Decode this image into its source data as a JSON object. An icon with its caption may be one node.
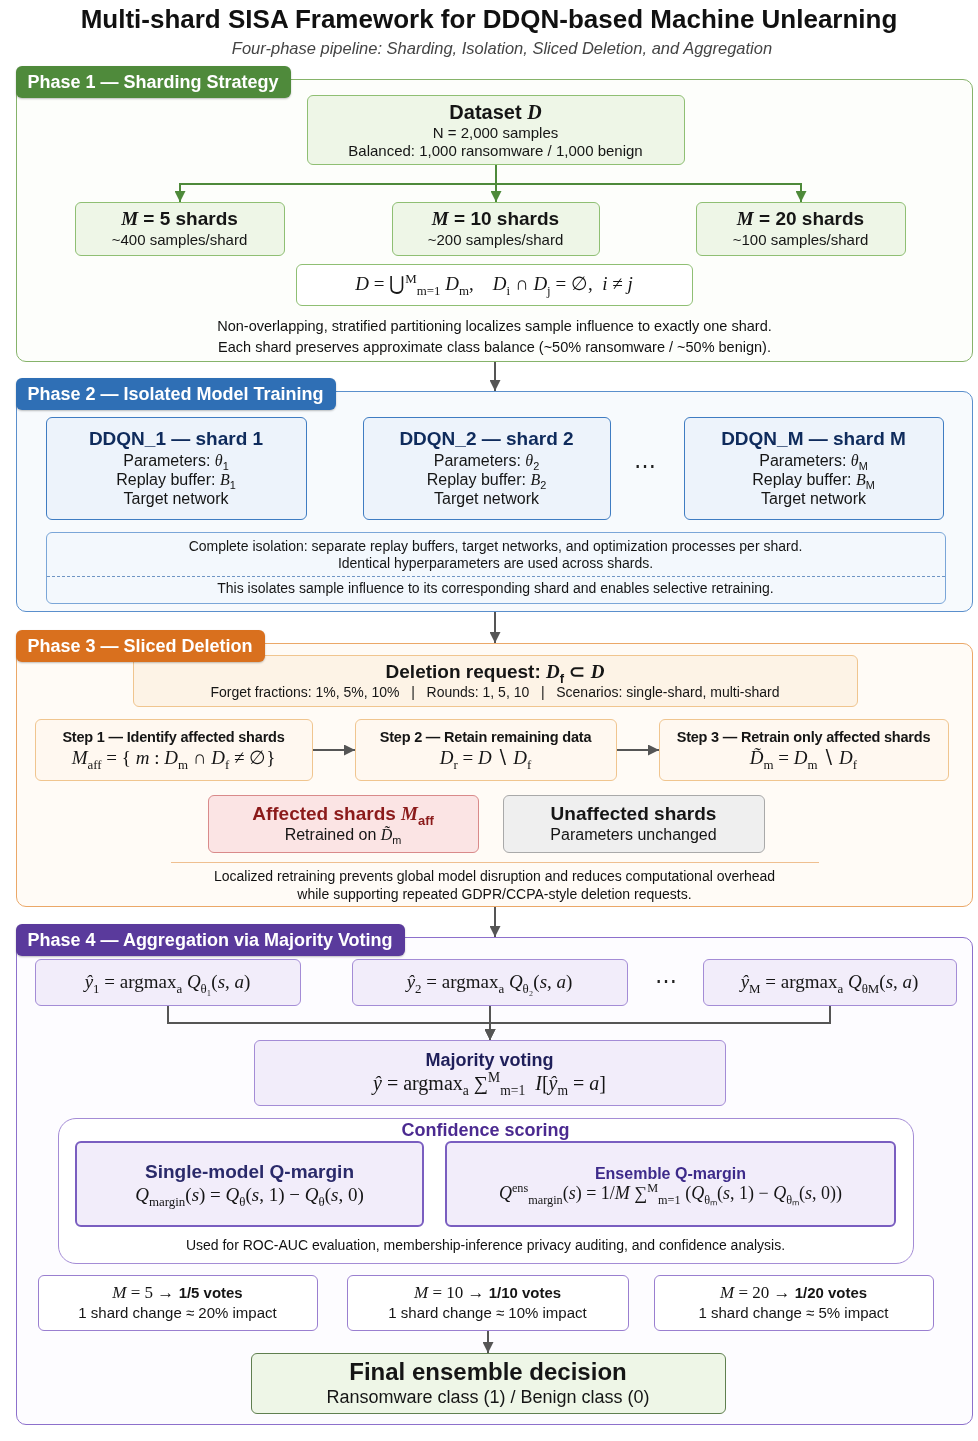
{
  "diagram": {
    "title": "Multi-shard SISA Framework for DDQN-based Machine Unlearning",
    "nodes": [
      {
        "text": [
          "Phase 1 — Sharding Strategy",
          "Non-overlapping, stratified partitioning localizes sample influence to exactly one shard.",
          "Each shard preserves approximate class balance (~50% ransomware / ~50% benign)."
        ]
      },
      {
        "text": [
          "Dataset *D*",
          "N = 2,000 samples",
          "Balanced: 1,000 ransomware / 1,000 benign"
        ],
        "in": 0
      },
      {
        "text": [
          "*M* = 5 shards",
          "~400 samples/shard"
        ],
        "in": 0
      },
      {
        "text": [
          "*M* = 10 shards",
          "~200 samples/shard"
        ],
        "in": 0
      },
      {
        "text": [
          "*M* = 20 shards",
          "~100 samples/shard"
        ],
        "in": 0
      },
      {
        "text": [
          "*D* = ⋃$^{M}$$_{m=1}$ *D*$_{m}$,    *D*$_{i}$ ∩ *D*$_{j}$ = ∅,  *i* ≠ *j*"
        ],
        "in": 0
      },
      {
        "text": [
          "Phase 2 — Isolated Model Training"
        ]
      },
      {
        "text": [
          "DDQN_1 — shard 1",
          "Parameters: *θ*$_{1}$",
          "Replay buffer: *B*$_{1}$",
          "Target network"
        ],
        "in": 6
      },
      {
        "text": [
          "DDQN_2 — shard 2",
          "Parameters: *θ*$_{2}$",
          "Replay buffer: *B*$_{2}$",
          "Target network"
        ],
        "in": 6
      },
      {
        "text": [
          "DDQN_M — shard M",
          "Parameters: *θ*$_{M}$",
          "Replay buffer: *B*$_{M}$",
          "Target network"
        ],
        "in": 6
      },
      {
        "text": [
          "Complete isolation: separate replay buffers, target networks, and optimization processes per shard.",
          "Identical hyperparameters are used across shards.",
          "This isolates sample influence to its corresponding shard and enables selective retraining."
        ],
        "in": 6
      },
      {
        "text": [
          "Phase 3 — Sliced Deletion",
          "Localized retraining prevents global model disruption and reduces computational overhead while supporting repeated GDPR/CCPA-style deletion requests."
        ]
      },
      {
        "text": [
          "Deletion request: *D*$_{f}$ ⊂ *D*",
          "Forget fractions: 1%, 5%, 10%   |   Rounds: 1, 5, 10   |   Scenarios: single-shard, multi-shard"
        ],
        "in": 11
      },
      {
        "text": [
          "Step 1 — Identify affected shards",
          "*M*$_{aff}$ = { *m* : *D*$_{m}$ ∩ *D*$_{f}$ ≠ ∅}"
        ],
        "in": 11
      },
      {
        "text": [
          "Step 2 — Retain remaining data",
          "*D*$_{r}$ = *D* ∖ *D*$_{f}$"
        ],
        "in": 11
      },
      {
        "text": [
          "Step 3 — Retrain only affected shards",
          "*D̃*$_{m}$ = *D*$_{m}$ ∖ *D*$_{f}$"
        ],
        "in": 11
      },
      {
        "text": [
          "Affected shards *M*$_{aff}$",
          "Retrained on *D̃*$_{m}$"
        ],
        "in": 11
      },
      {
        "text": [
          "Unaffected shards",
          "Parameters unchanged"
        ],
        "in": 11
      },
      {
        "text": [
          "Phase 4 — Aggregation via Majority Voting"
        ]
      },
      {
        "text": [
          "*ŷ*$_{1}$ = argmax$_{a}$ *Q*$_{θ₁}$(*s*, *a*)"
        ],
        "in": 18
      },
      {
        "text": [
          "*ŷ*$_{2}$ = argmax$_{a}$ *Q*$_{θ₂}$(*s*, *a*)"
        ],
        "in": 18
      },
      {
        "text": [
          "*ŷ*$_{M}$ = argmax$_{a}$ *Q*$_{θM}$(*s*, *a*)"
        ],
        "in": 18
      },
      {
        "text": [
          "Majority voting",
          "*ŷ* = argmax$_{a}$ ∑$^{M}$$_{m=1}$  *I*[*ŷ*$_{m}$ = *a*]"
        ],
        "in": 18
      },
      {
        "text": [
          "Confidence scoring",
          "Used for ROC-AUC evaluation, membership-inference privacy auditing, and confidence analysis."
        ],
        "in": 18
      },
      {
        "text": [
          "Single-model Q-margin",
          "*Q*$_{margin}$(*s*) = *Q*$_{θ}$(*s*, 1) − *Q*$_{θ}$(*s*, 0)"
        ],
        "in": 23
      },
      {
        "text": [
          "Ensemble Q-margin",
          "*Q*$^{ens}$$_{margin}$(*s*) = 1/*M* ∑$^{M}$$_{m=1}$ (*Q*$_{θₘ}$(*s*, 1) − *Q*$_{θₘ}$(*s*, 0))"
        ],
        "in": 23
      },
      {
        "text": [
          "*M* = 5 → **1/5 votes**",
          "1 shard change ≈ 20% impact"
        ],
        "in": 18
      },
      {
        "text": [
          "*M* = 10 → **1/10 votes**",
          "1 shard change ≈ 10% impact"
        ],
        "in": 18
      },
      {
        "text": [
          "*M* = 20 → **1/20 votes**",
          "1 shard change ≈ 5% impact"
        ],
        "in": 18
      },
      {
        "text": [
          "Final ensemble decision",
          "Ransomware class (1) / Benign class (0)"
        ],
        "in": 18
      }
    ],
    "edges": [
      {
        "from": 1,
        "to": 2,
        "arrow": "to",
        "color": "#4e8a3a"
      },
      {
        "from": 1,
        "to": 3,
        "arrow": "to",
        "color": "#4e8a3a"
      },
      {
        "from": 1,
        "to": 4,
        "arrow": "to",
        "color": "#4e8a3a"
      },
      {
        "from": 0,
        "to": 6,
        "arrow": "to"
      },
      {
        "from": 6,
        "to": 11,
        "arrow": "to"
      },
      {
        "from": 13,
        "to": 14,
        "arrow": "to"
      },
      {
        "from": 14,
        "to": 15,
        "arrow": "to"
      },
      {
        "from": 11,
        "to": 18,
        "arrow": "to"
      },
      {
        "from": 19,
        "to": 22,
        "arrow": "to"
      },
      {
        "from": 20,
        "to": 22,
        "arrow": "to"
      },
      {
        "from": 21,
        "to": 22,
        "arrow": "to"
      },
      {
        "from": 27,
        "to": 29,
        "arrow": "to"
      }
    ],
    "labels": [
      "Four-phase pipeline: Sharding, Isolation, Sliced Deletion, and Aggregation",
      "⋯",
      "⋯"
    ]
  }
}
